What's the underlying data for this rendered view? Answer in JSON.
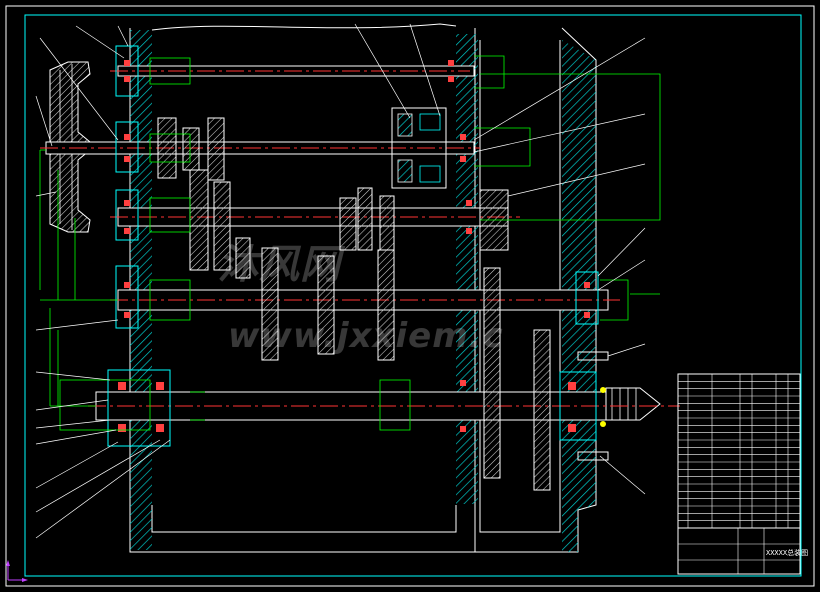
{
  "title_block": {
    "drawing_title": "XXXXX总装图",
    "rows": 21
  },
  "watermark": {
    "line1": "沐风网",
    "line2": "www.jxxiem.c"
  },
  "colors": {
    "background": "#000000",
    "frame": "#ffffff",
    "inner_frame": "#00ffff",
    "housing_hatch": "#00d0d0",
    "dimension": "#00ff00",
    "leader": "#ffffff",
    "centerline": "#ff3333",
    "bearing": "#ff4040",
    "shaft": "#ffffff",
    "marker": "#ffff00"
  }
}
